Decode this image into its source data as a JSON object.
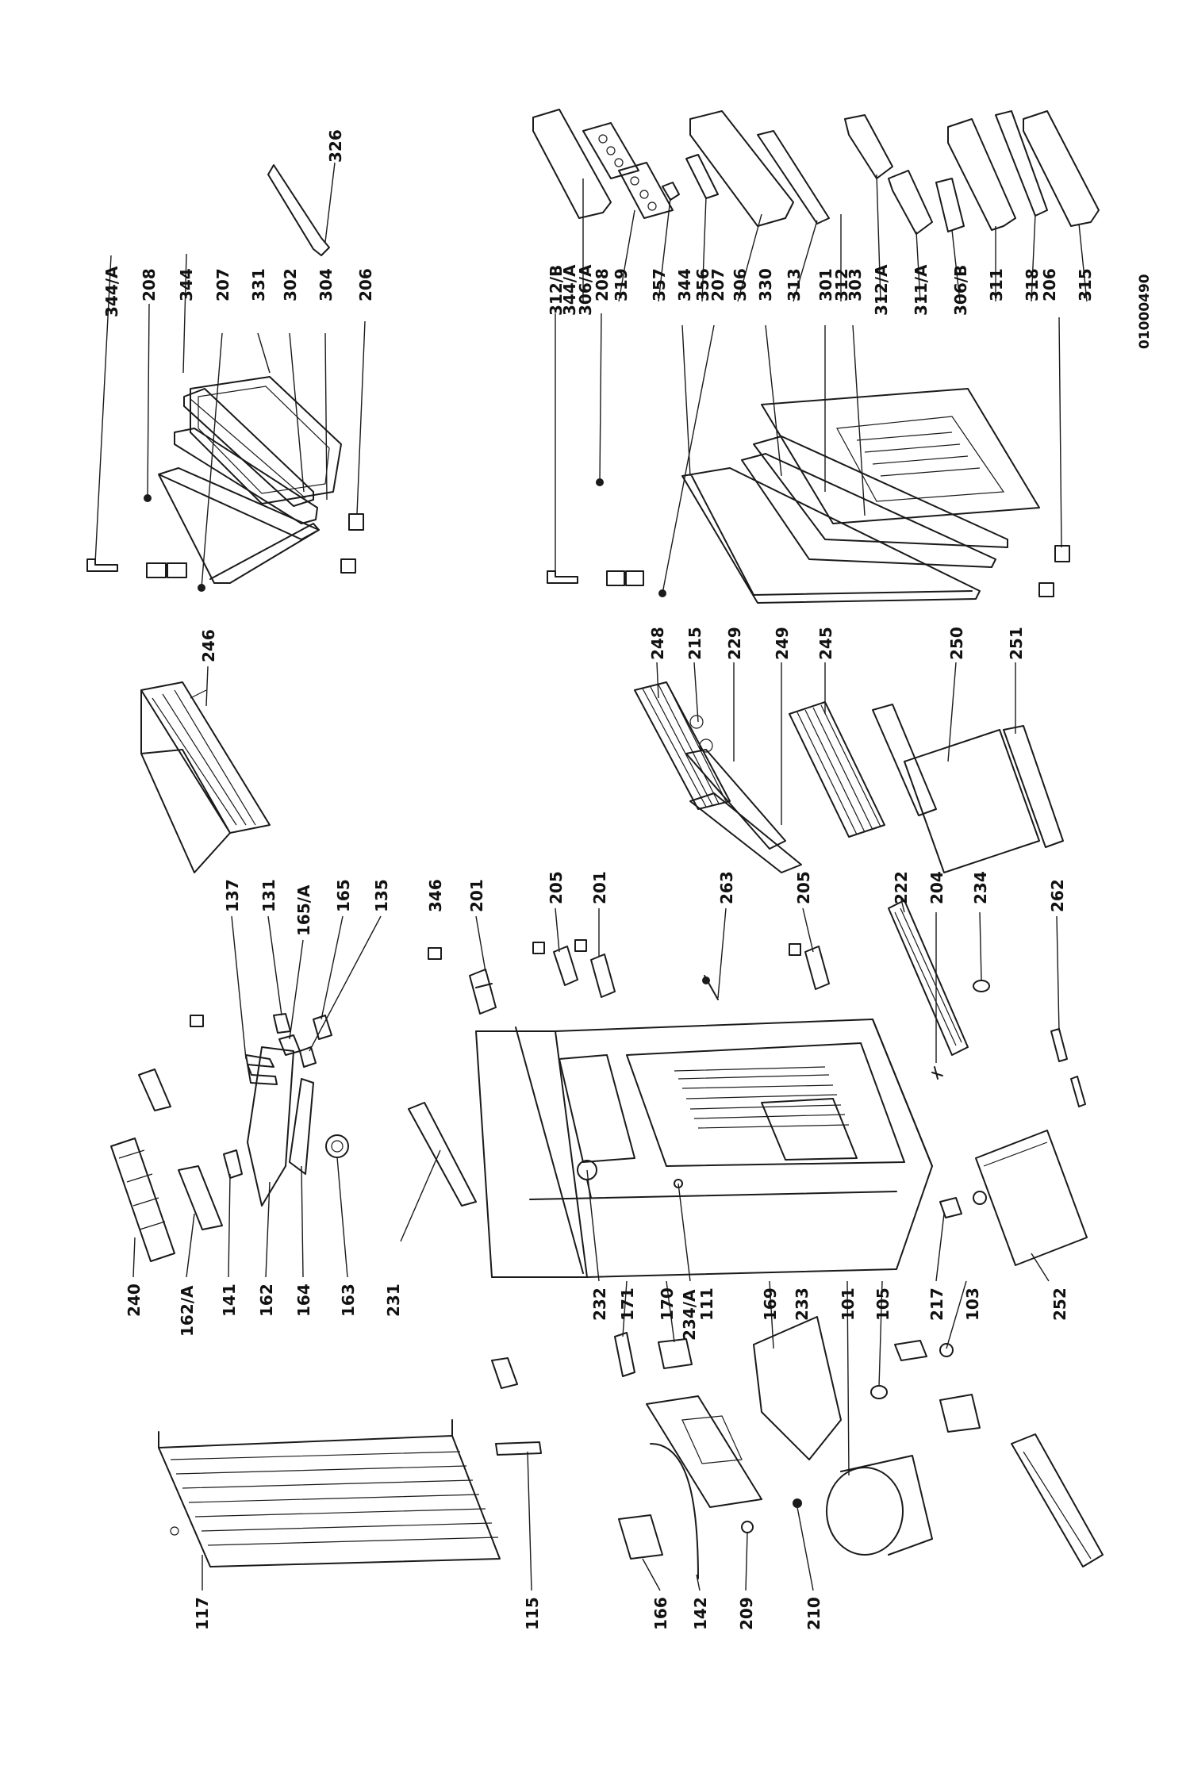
{
  "document_code": "01000490",
  "labels": {
    "l326": "326",
    "l344a_top": "344/A",
    "l208_top": "208",
    "l344_top": "344",
    "l207_top": "207",
    "l331": "331",
    "l302": "302",
    "l304": "304",
    "l206_top": "206",
    "l312b": "312/B",
    "l344a_r": "344/A",
    "l306a": "306/A",
    "l208_r": "208",
    "l319": "319",
    "l357": "357",
    "l344_r": "344",
    "l356": "356",
    "l207_r": "207",
    "l306": "306",
    "l330": "330",
    "l313": "313",
    "l301": "301",
    "l312": "312",
    "l303": "303",
    "l312a": "312/A",
    "l311a": "311/A",
    "l306b": "306/B",
    "l311": "311",
    "l318": "318",
    "l206_r": "206",
    "l315": "315",
    "l246": "246",
    "l248": "248",
    "l215": "215",
    "l229": "229",
    "l249": "249",
    "l245": "245",
    "l250": "250",
    "l251": "251",
    "l137": "137",
    "l131": "131",
    "l165a": "165/A",
    "l165": "165",
    "l135": "135",
    "l346": "346",
    "l201_a": "201",
    "l205_a": "205",
    "l201_b": "201",
    "l263": "263",
    "l205_b": "205",
    "l222": "222",
    "l204": "204",
    "l234": "234",
    "l262": "262",
    "l240": "240",
    "l162a": "162/A",
    "l141": "141",
    "l162": "162",
    "l164": "164",
    "l163": "163",
    "l231": "231",
    "l232": "232",
    "l171": "171",
    "l170": "170",
    "l234a": "234/A",
    "l111": "111",
    "l169": "169",
    "l233": "233",
    "l101": "101",
    "l105": "105",
    "l217": "217",
    "l103": "103",
    "l252": "252",
    "l117": "117",
    "l115": "115",
    "l166": "166",
    "l142": "142",
    "l209": "209",
    "l210": "210"
  }
}
